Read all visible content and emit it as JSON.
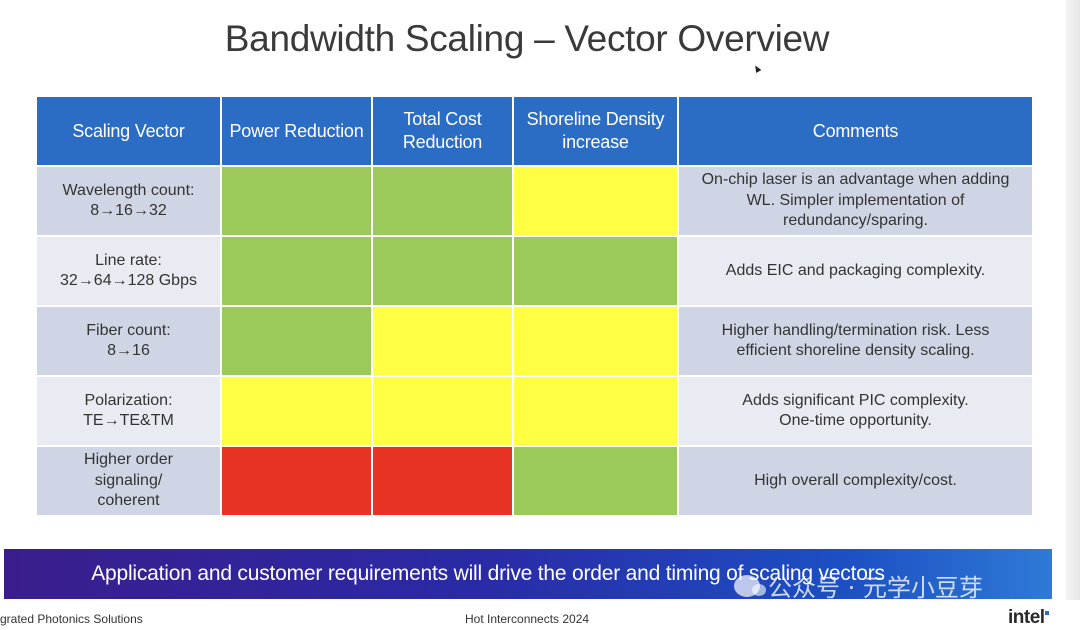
{
  "slide": {
    "title": "Bandwidth Scaling – Vector Overview"
  },
  "table": {
    "headers": [
      "Scaling Vector",
      "Power Reduction",
      "Total Cost Reduction",
      "Shoreline Density increase",
      "Comments"
    ],
    "rows": [
      {
        "vector": "Wavelength count:\n8→16→32",
        "ratings": [
          "green",
          "green",
          "yellow"
        ],
        "comment": "On-chip laser is an advantage when adding WL. Simpler implementation of redundancy/sparing."
      },
      {
        "vector": "Line rate:\n32→64→128 Gbps",
        "ratings": [
          "green",
          "green",
          "green"
        ],
        "comment": "Adds EIC and packaging complexity."
      },
      {
        "vector": "Fiber count:\n8→16",
        "ratings": [
          "green",
          "yellow",
          "yellow"
        ],
        "comment": "Higher handling/termination risk. Less efficient shoreline density scaling."
      },
      {
        "vector": "Polarization:\nTE→TE&TM",
        "ratings": [
          "yellow",
          "yellow",
          "yellow"
        ],
        "comment": "Adds significant PIC complexity.\nOne-time opportunity."
      },
      {
        "vector": "Higher order\nsignaling/\ncoherent",
        "ratings": [
          "red",
          "red",
          "green"
        ],
        "comment": "High overall complexity/cost."
      }
    ],
    "rating_colors": {
      "green": "#9bc95a",
      "yellow": "#ffff44",
      "red": "#e63324"
    }
  },
  "banner": {
    "text": "Application and customer requirements will drive the order and timing of scaling vectors"
  },
  "footer": {
    "left": "grated Photonics Solutions",
    "center": "Hot Interconnects 2024",
    "logo": "intel"
  },
  "watermark": {
    "text": "公众号 · 元学小豆芽"
  },
  "colors": {
    "header_blue": "#2b6cc4",
    "row_odd": "#cfd5e4",
    "row_even": "#e8ebf2"
  }
}
